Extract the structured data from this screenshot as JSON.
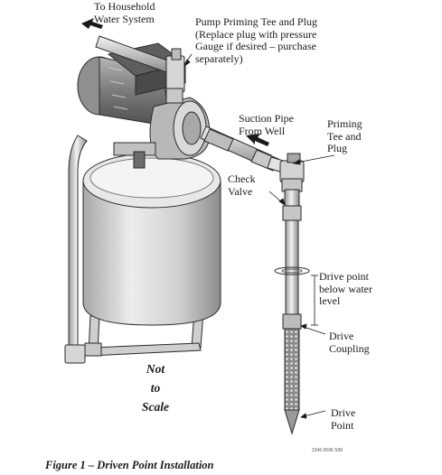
{
  "labels": {
    "household": "To Household\nWater System",
    "priming_tee_top": "Pump Priming Tee and Plug\n(Replace plug with pressure\nGauge if desired – purchase\nseparately)",
    "suction_pipe": "Suction Pipe\nFrom Well",
    "priming_tee_right": "Priming\nTee and\nPlug",
    "check_valve": "Check\nValve",
    "drive_point_below": "Drive point\nbelow water\nlevel",
    "drive_coupling": "Drive\nCoupling",
    "drive_point": "Drive\nPoint",
    "not_to_scale": "Not\nto\nScale"
  },
  "caption": "Figure 1 – Driven Point Installation",
  "drawing_code": "2346 0596 SIM",
  "colors": {
    "line": "#2a2a2a",
    "tank_light": "#e4e4e4",
    "tank_dark": "#9a9a9a",
    "motor_dark": "#6a6a6a",
    "pipe": "#d8d8d8"
  }
}
